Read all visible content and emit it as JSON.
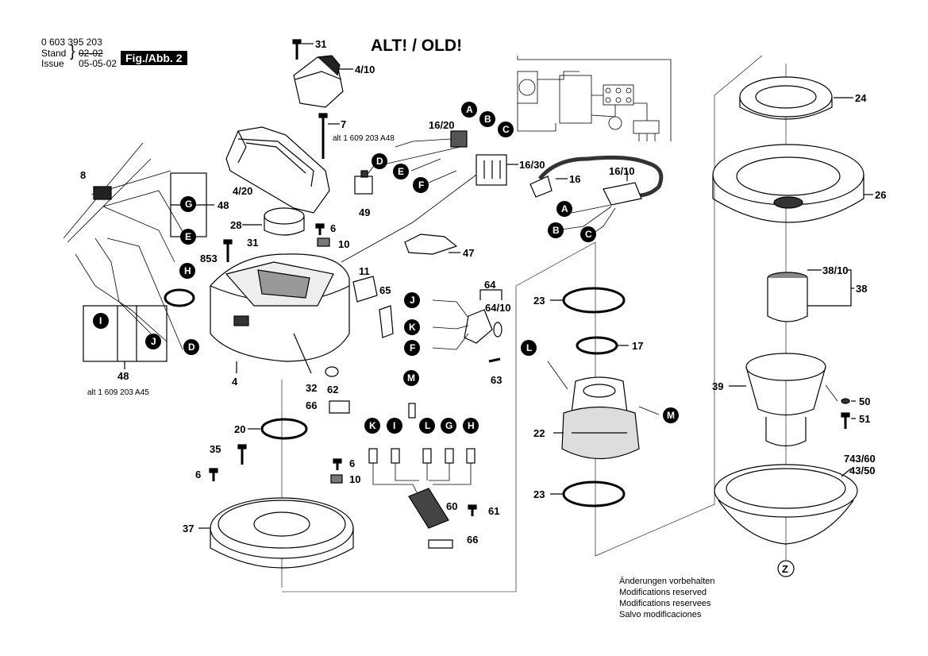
{
  "header": {
    "part_number": "0 603 395 203",
    "stand_label": "Stand",
    "issue_label": "Issue",
    "stand_date": "02-02",
    "issue_date": "05-05-02",
    "fig_label": "Fig./Abb. 2",
    "title": "ALT! / OLD!"
  },
  "notes": [
    "Änderungen vorbehalten",
    "Modifications reserved",
    "Modifications reservees",
    "Salvo modificaciones"
  ],
  "parts": {
    "p31a": "31",
    "p4_10": "4/10",
    "p7": "7",
    "alt_a48": "alt 1 609 203 A48",
    "p4_20": "4/20",
    "p16_20": "16/20",
    "p16_30": "16/30",
    "p16": "16",
    "p16_10": "16/10",
    "p49": "49",
    "p8": "8",
    "p48a": "48",
    "p28": "28",
    "p6a": "6",
    "p10a": "10",
    "p31b": "31",
    "p853": "853",
    "p47": "47",
    "p11": "11",
    "p65": "65",
    "p64": "64",
    "p64_10": "64/10",
    "p63": "63",
    "p4": "4",
    "p32": "32",
    "p62": "62",
    "p66a": "66",
    "p48b": "48",
    "alt_a45": "alt 1 609 203 A45",
    "p20": "20",
    "p35": "35",
    "p6b": "6",
    "p6c": "6",
    "p10b": "10",
    "p37": "37",
    "p60": "60",
    "p61": "61",
    "p66b": "66",
    "p23a": "23",
    "p17": "17",
    "p22": "22",
    "p23b": "23",
    "p24": "24",
    "p26": "26",
    "p38_10": "38/10",
    "p38": "38",
    "p39": "39",
    "p50": "50",
    "p51": "51",
    "p743_60": "743/60",
    "p43_50": "43/50"
  },
  "markers": {
    "A": "A",
    "B": "B",
    "C": "C",
    "D": "D",
    "E": "E",
    "F": "F",
    "G": "G",
    "H": "H",
    "I": "I",
    "J": "J",
    "K": "K",
    "L": "L",
    "M": "M",
    "Z": "Z"
  }
}
